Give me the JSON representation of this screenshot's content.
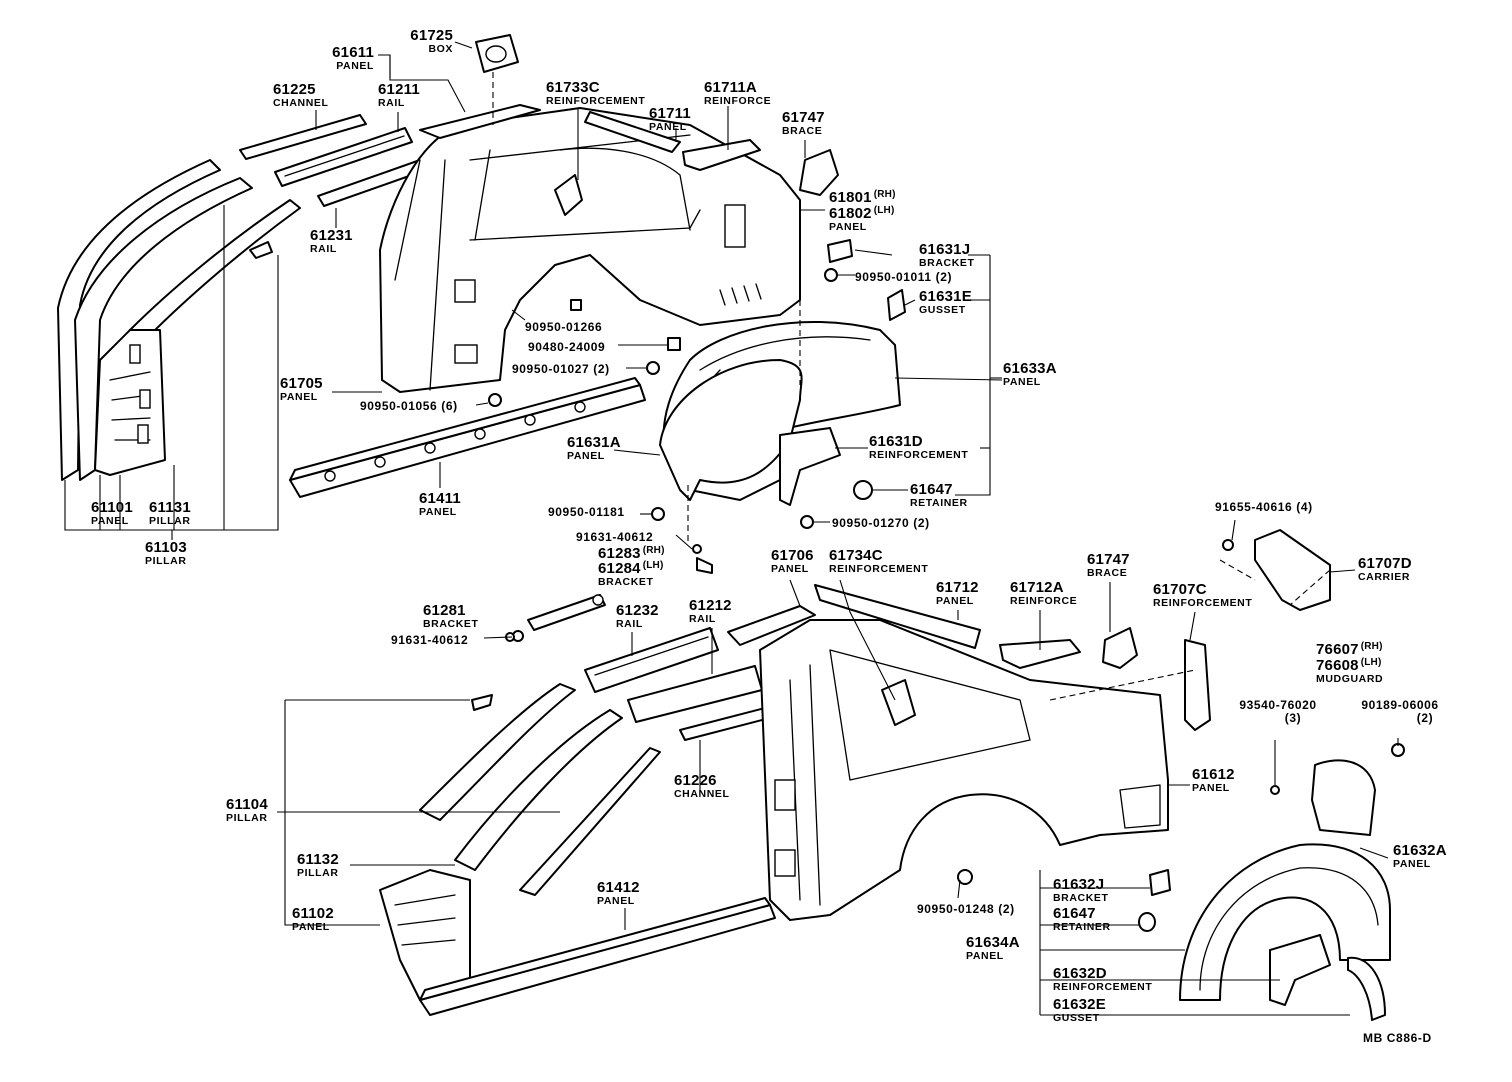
{
  "diagram": {
    "code": "MB  C886-D",
    "labels": {
      "p61725": {
        "no": "61725",
        "name": "BOX"
      },
      "p61611": {
        "no": "61611",
        "name": "PANEL"
      },
      "p61225": {
        "no": "61225",
        "name": "CHANNEL"
      },
      "p61211": {
        "no": "61211",
        "name": "RAIL"
      },
      "p61733c": {
        "no": "61733C",
        "name": "REINFORCEMENT"
      },
      "p61711": {
        "no": "61711",
        "name": "PANEL"
      },
      "p61711a": {
        "no": "61711A",
        "name": "REINFORCE"
      },
      "p61747a": {
        "no": "61747",
        "name": "BRACE"
      },
      "p61801": {
        "no": "61801",
        "qual": "(RH)"
      },
      "p61802": {
        "no": "61802",
        "qual": "(LH)",
        "name": "PANEL"
      },
      "p61231": {
        "no": "61231",
        "name": "RAIL"
      },
      "p61631j": {
        "no": "61631J",
        "name": "BRACKET"
      },
      "b9095001011": {
        "no": "90950-01011",
        "qty": "(2)"
      },
      "p61631e": {
        "no": "61631E",
        "name": "GUSSET"
      },
      "b9095001266": {
        "no": "90950-01266"
      },
      "b9048024009": {
        "no": "90480-24009"
      },
      "b9095001027": {
        "no": "90950-01027",
        "qty": "(2)"
      },
      "p61633a": {
        "no": "61633A",
        "name": "PANEL"
      },
      "p61705": {
        "no": "61705",
        "name": "PANEL"
      },
      "b9095001056": {
        "no": "90950-01056",
        "qty": "(6)"
      },
      "p61631a": {
        "no": "61631A",
        "name": "PANEL"
      },
      "p61631d": {
        "no": "61631D",
        "name": "REINFORCEMENT"
      },
      "p61411": {
        "no": "61411",
        "name": "PANEL"
      },
      "p61647a": {
        "no": "61647",
        "name": "RETAINER"
      },
      "p61101": {
        "no": "61101",
        "name": "PANEL"
      },
      "p61131": {
        "no": "61131",
        "name": "PILLAR"
      },
      "b9095001181": {
        "no": "90950-01181"
      },
      "b9095001270": {
        "no": "90950-01270",
        "qty": "(2)"
      },
      "p61103": {
        "no": "61103",
        "name": "PILLAR"
      },
      "b9163140612a": {
        "no": "91631-40612"
      },
      "p61283": {
        "no": "61283",
        "qual": "(RH)"
      },
      "p61284": {
        "no": "61284",
        "qual": "(LH)",
        "name": "BRACKET"
      },
      "b9165540616": {
        "no": "91655-40616",
        "qty": "(4)"
      },
      "p61706": {
        "no": "61706",
        "name": "PANEL"
      },
      "p61734c": {
        "no": "61734C",
        "name": "REINFORCEMENT"
      },
      "p61712": {
        "no": "61712",
        "name": "PANEL"
      },
      "p61712a": {
        "no": "61712A",
        "name": "REINFORCE"
      },
      "p61747b": {
        "no": "61747",
        "name": "BRACE"
      },
      "p61707c": {
        "no": "61707C",
        "name": "REINFORCEMENT"
      },
      "p61707d": {
        "no": "61707D",
        "name": "CARRIER"
      },
      "p61281": {
        "no": "61281",
        "name": "BRACKET"
      },
      "p61232": {
        "no": "61232",
        "name": "RAIL"
      },
      "p61212": {
        "no": "61212",
        "name": "RAIL"
      },
      "b9163140612b": {
        "no": "91631-40612"
      },
      "p76607": {
        "no": "76607",
        "qual": "(RH)"
      },
      "p76608": {
        "no": "76608",
        "qual": "(LH)",
        "name": "MUDGUARD"
      },
      "b9354076020": {
        "no": "93540-76020",
        "qty": "(3)"
      },
      "b9018906006": {
        "no": "90189-06006",
        "qty": "(2)"
      },
      "p61226": {
        "no": "61226",
        "name": "CHANNEL"
      },
      "p61612": {
        "no": "61612",
        "name": "PANEL"
      },
      "p61104": {
        "no": "61104",
        "name": "PILLAR"
      },
      "p61132": {
        "no": "61132",
        "name": "PILLAR"
      },
      "p61632a": {
        "no": "61632A",
        "name": "PANEL"
      },
      "p61632j": {
        "no": "61632J",
        "name": "BRACKET"
      },
      "p61412": {
        "no": "61412",
        "name": "PANEL"
      },
      "b9095001248": {
        "no": "90950-01248",
        "qty": "(2)"
      },
      "p61647b": {
        "no": "61647",
        "name": "RETAINER"
      },
      "p61102": {
        "no": "61102",
        "name": "PANEL"
      },
      "p61634a": {
        "no": "61634A",
        "name": "PANEL"
      },
      "p61632d": {
        "no": "61632D",
        "name": "REINFORCEMENT"
      },
      "p61632e": {
        "no": "61632E",
        "name": "GUSSET"
      }
    }
  }
}
